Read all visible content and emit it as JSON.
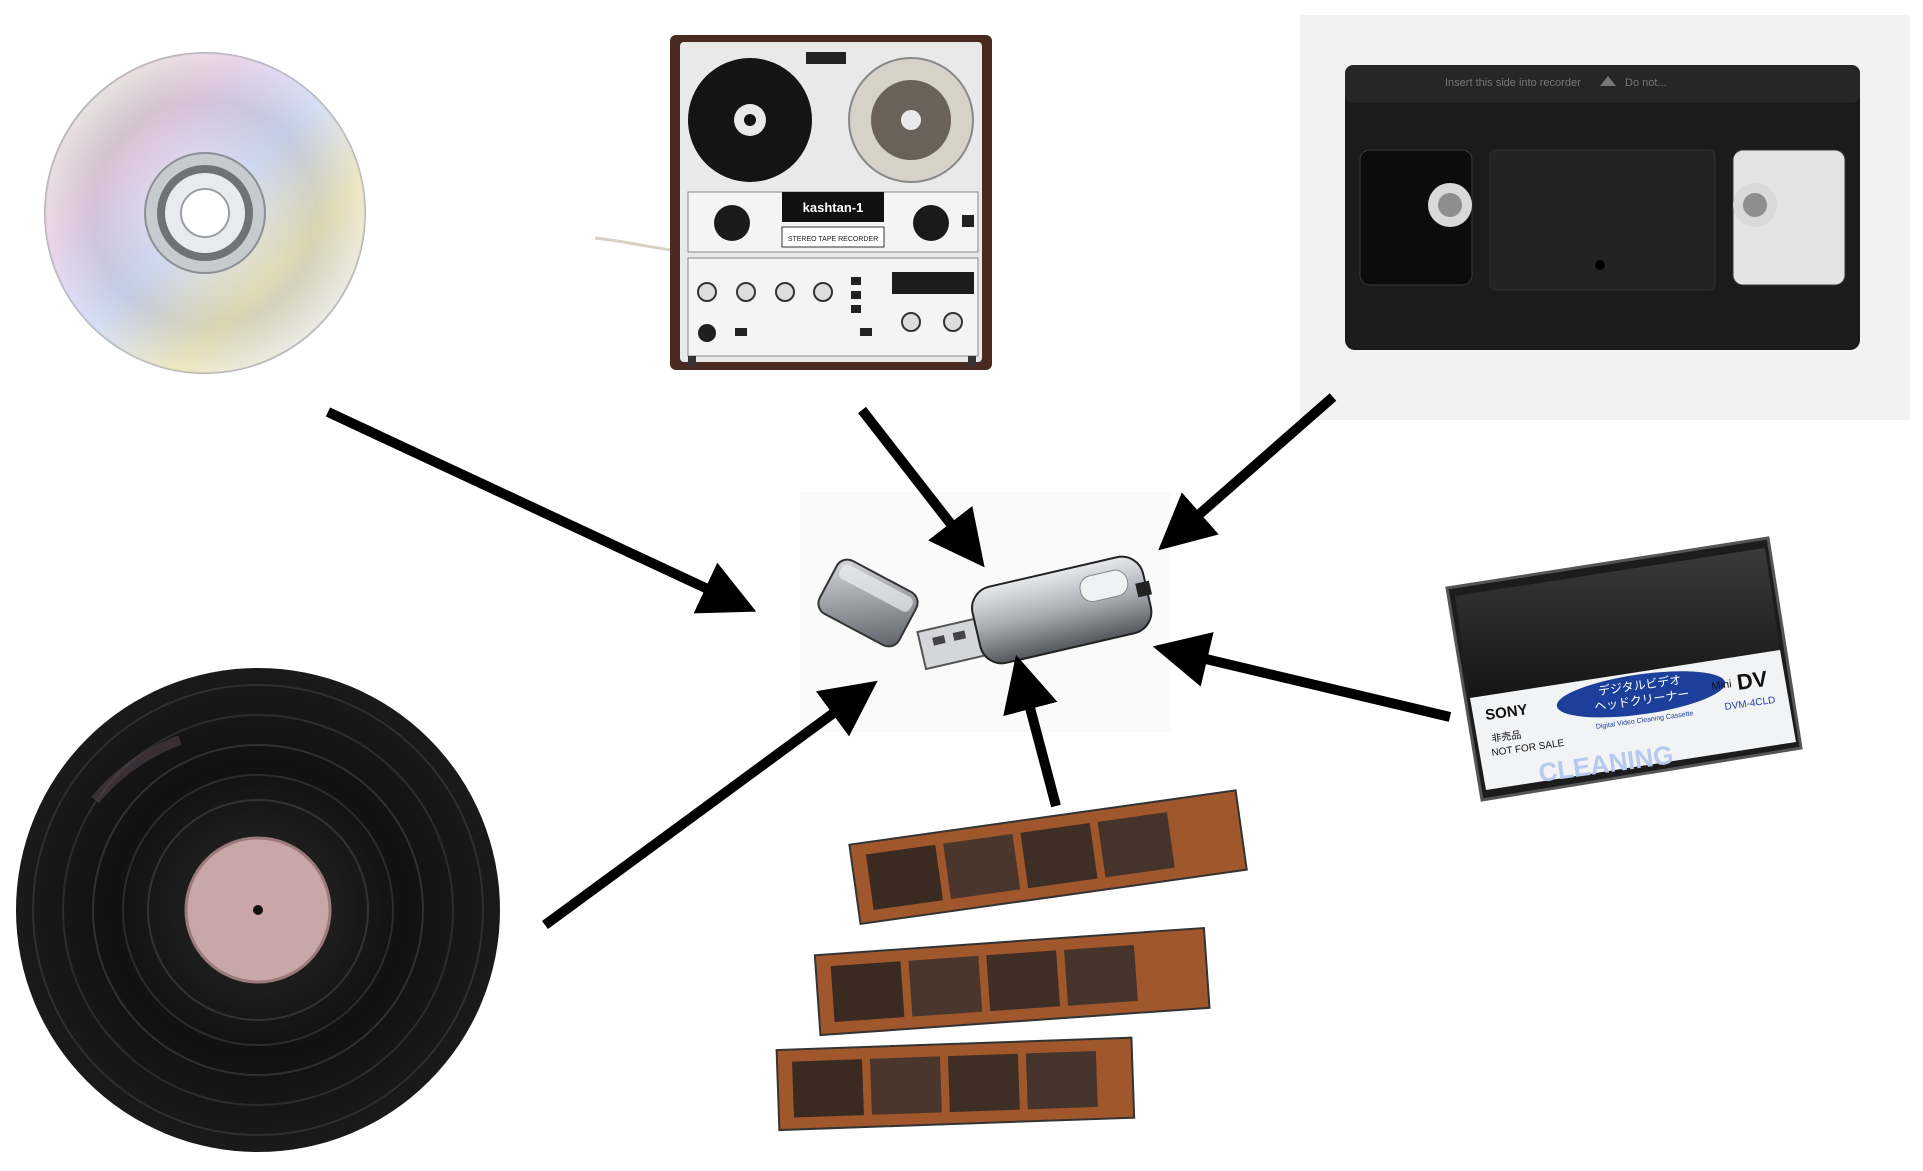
{
  "diagram": {
    "items": [
      {
        "name": "compact-disc",
        "kind": "disc"
      },
      {
        "name": "reel-to-reel-tape-recorder",
        "kind": "reel"
      },
      {
        "name": "vhs-cassette",
        "kind": "vhs"
      },
      {
        "name": "vinyl-record",
        "kind": "vinyl"
      },
      {
        "name": "negative-film-strips",
        "kind": "film"
      },
      {
        "name": "minidv-cleaning-cassette",
        "kind": "minidv"
      }
    ],
    "center": {
      "name": "usb-flash-drive"
    },
    "arrow_color": "#000000"
  },
  "labels": {
    "tape_brand": "kashtan-1",
    "tape_subtitle": "STEREO TAPE RECORDER",
    "vhs_insert": "Insert this side into recorder",
    "vhs_notice": "Do not...",
    "sony": "SONY",
    "mini": "Mini",
    "dv": "DV",
    "jp_line1": "デジタルビデオ",
    "jp_line2": "ヘッドクリーナー",
    "dv_sub": "Digital Video Cleaning Cassette",
    "dvm": "DVM-4CLD",
    "not_for_sale_jp": "非売品",
    "not_for_sale": "NOT FOR SALE",
    "cleaning": "CLEANING"
  }
}
